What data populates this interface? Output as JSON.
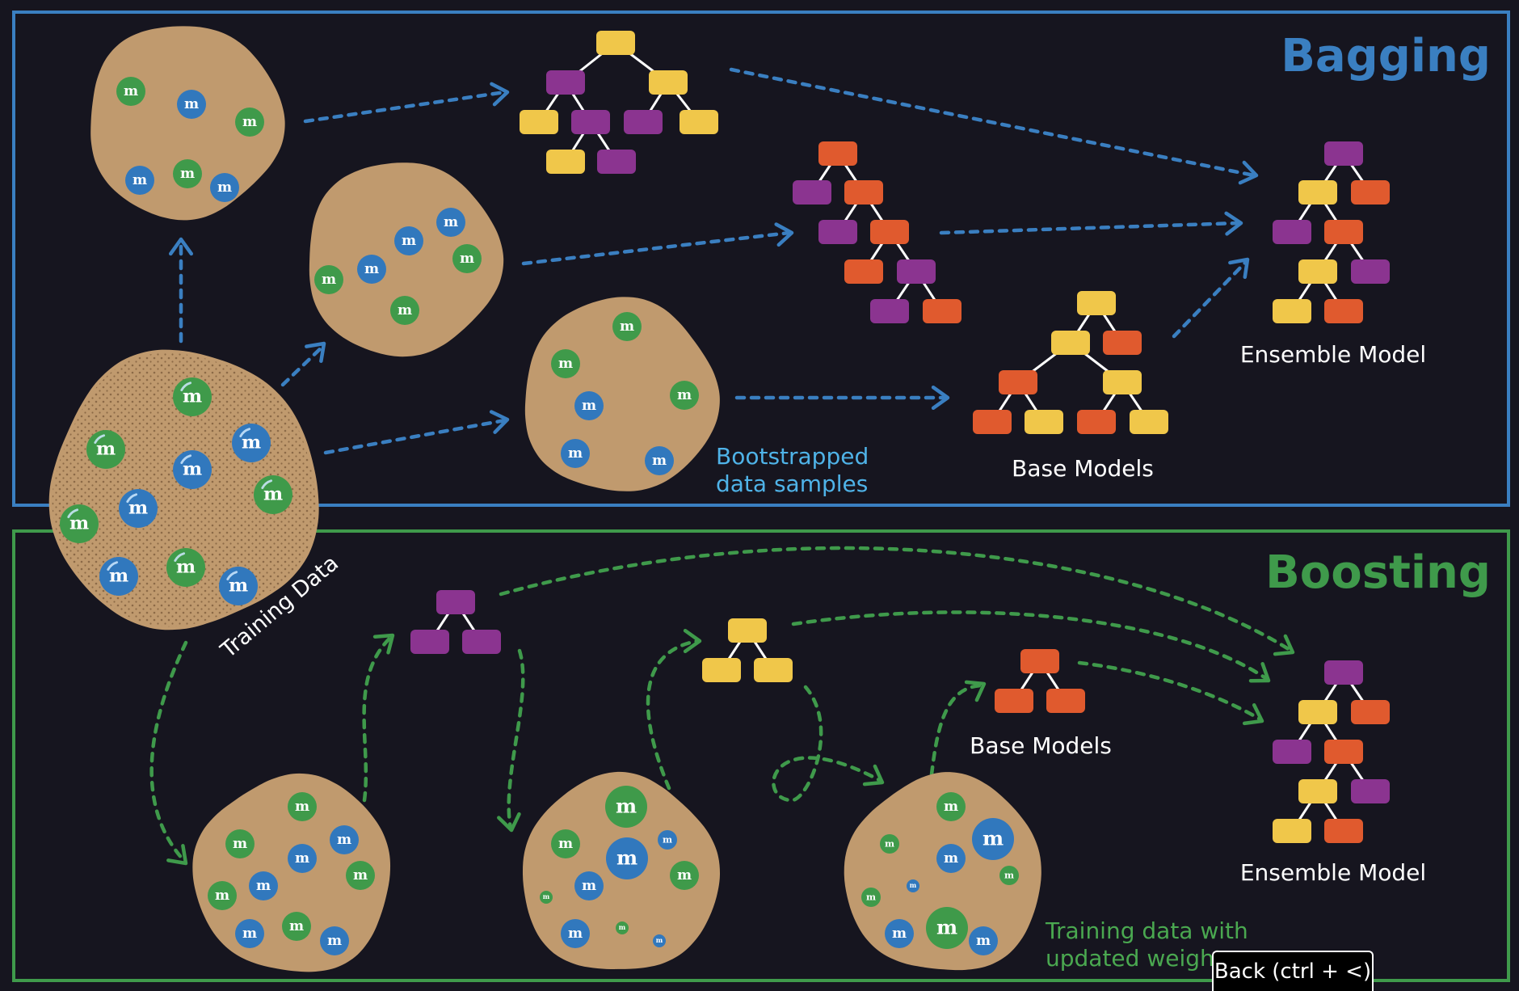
{
  "colors": {
    "background": "#16151f",
    "bagging_accent": "#3a7fc1",
    "boosting_accent": "#3f9a4b",
    "bag_fill": "#c09a6e",
    "ball_blue": "#3178bd",
    "ball_green": "#3f9a4a",
    "node_purple": "#8b3490",
    "node_yellow": "#f0c74a",
    "node_orange": "#e05a2e",
    "caption_blue": "#4fb3e8",
    "caption_green": "#4aa850",
    "label_white": "#ffffff"
  },
  "ball_letter": "m",
  "bagging": {
    "title": "Bagging",
    "base_models_label": "Base Models",
    "ensemble_label": "Ensemble Model",
    "samples_caption_line1": "Bootstrapped",
    "samples_caption_line2": "data samples"
  },
  "boosting": {
    "title": "Boosting",
    "base_models_label": "Base Models",
    "ensemble_label": "Ensemble Model",
    "weights_caption_line1": "Training data with",
    "weights_caption_line2": "updated weights"
  },
  "training_data_label": "Training Data",
  "back_button_label": "Back (ctrl + <)",
  "icons": [
    "arrowhead-icon",
    "ball-icon",
    "tree-node-icon"
  ]
}
